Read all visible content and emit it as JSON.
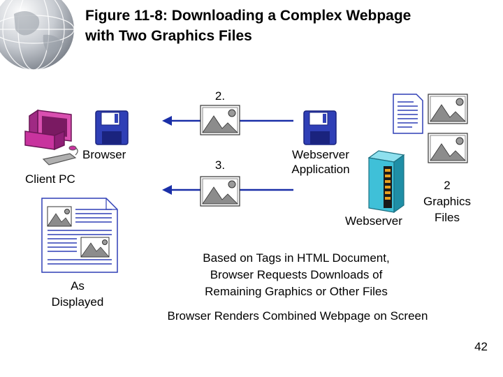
{
  "title": "Figure 11-8: Downloading a Complex Webpage\nwith Two Graphics Files",
  "steps": {
    "step2": "2.",
    "step3": "3."
  },
  "labels": {
    "browser": "Browser",
    "client_pc": "Client PC",
    "webserver_application": "Webserver\nApplication",
    "webserver": "Webserver",
    "graphics_files": "2\nGraphics\nFiles",
    "as_displayed": "As\nDisplayed"
  },
  "notes": {
    "requests": "Based on Tags in HTML Document,\nBrowser Requests Downloads of\nRemaining Graphics or Other Files",
    "renders": "Browser Renders Combined Webpage on Screen"
  },
  "page_number": "42",
  "colors": {
    "arrow": "#1a2fa8",
    "floppy": "#2f3fb6",
    "pc_magenta": "#c8339e",
    "server_cyan": "#3fc0d8",
    "title": "#000000"
  },
  "icons": [
    "globe-icon",
    "floppy-disk-icon",
    "client-pc-icon",
    "image-file-icon",
    "html-document-icon",
    "webserver-icon",
    "rendered-page-icon"
  ]
}
